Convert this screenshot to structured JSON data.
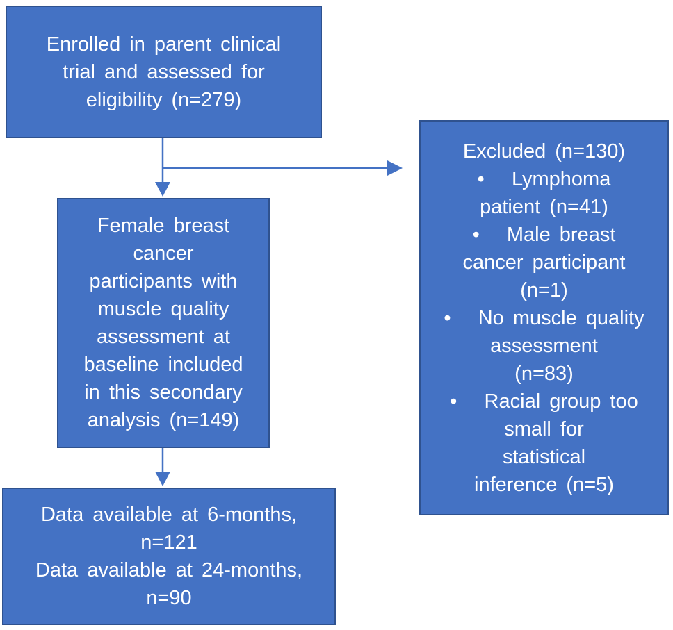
{
  "flowchart": {
    "boxes": [
      {
        "id": "enrolled",
        "text": "Enrolled in parent clinical\ntrial and assessed for\neligibility (n=279)",
        "n": 279
      },
      {
        "id": "included",
        "text": "Female breast\ncancer\nparticipants with\nmuscle quality\nassessment at\nbaseline included\nin this secondary\nanalysis (n=149)",
        "n": 149
      },
      {
        "id": "followup",
        "text": "Data available at 6-months,\nn=121\nData available at 24-months,\nn=90",
        "n_6_months": 121,
        "n_24_months": 90
      },
      {
        "id": "excluded",
        "text": "Excluded (n=130)\n•   Lymphoma\npatient (n=41)\n•   Male breast\ncancer participant\n(n=1)\n•   No muscle quality\nassessment\n(n=83)\n•   Racial group too\nsmall for\nstatistical\ninference (n=5)",
        "n": 130,
        "reasons": [
          {
            "label": "Lymphoma patient",
            "n": 41
          },
          {
            "label": "Male breast cancer participant",
            "n": 1
          },
          {
            "label": "No muscle quality assessment",
            "n": 83
          },
          {
            "label": "Racial group too small for statistical inference",
            "n": 5
          }
        ]
      }
    ],
    "colors": {
      "box_fill": "#4472C4",
      "box_border": "#2F528F",
      "arrow": "#4472C4",
      "text": "#FFFFFF",
      "background": "#FFFFFF"
    }
  }
}
